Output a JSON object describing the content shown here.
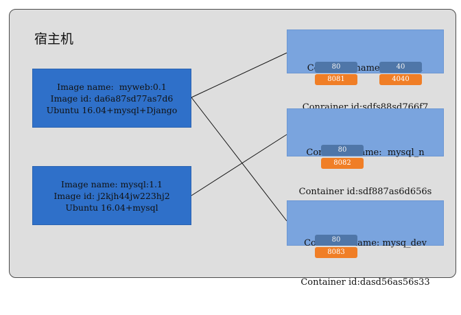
{
  "host": {
    "title": "宿主机"
  },
  "images": [
    {
      "lines": [
        "Image name:  myweb:0.1",
        "Image id: da6a87sd77as7d6",
        "Ubuntu 16.04+mysql+Django"
      ]
    },
    {
      "lines": [
        "Image name: mysql:1.1",
        "Image id: j2kjh44jw223hj2",
        "Ubuntu 16.04+mysql"
      ]
    }
  ],
  "containers": [
    {
      "lines": [
        "Container name: myweb1",
        "Conrainer id:sdfs88sd766f7"
      ],
      "ports": [
        {
          "internal": "80",
          "external": "8081"
        },
        {
          "internal": "40",
          "external": "4040"
        }
      ]
    },
    {
      "lines": [
        "Container name:  mysql_n",
        "Container id:sdf887as6d656s"
      ],
      "ports": [
        {
          "internal": "80",
          "external": "8082"
        }
      ]
    },
    {
      "lines": [
        "Container name: mysq_dev",
        "Container id:dasd56as56s33"
      ],
      "ports": [
        {
          "internal": "80",
          "external": "8083"
        }
      ]
    }
  ],
  "colors": {
    "image_box": "#2f70c9",
    "container_box": "#7aa4de",
    "internal_port": "#4f76a8",
    "external_port": "#f07e26",
    "host_background": "#dedede"
  }
}
